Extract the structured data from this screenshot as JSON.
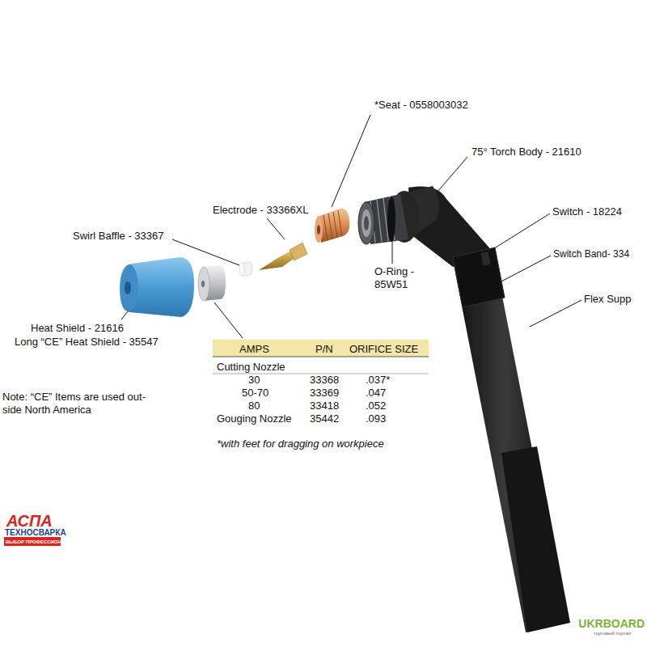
{
  "diagram": {
    "labels": [
      "*Seat - 0558003032",
      "75° Torch Body - 21610",
      "Electrode - 33366XL",
      "Switch - 18224",
      "Switch Band- 334",
      "Flex Supp",
      "Swirl Baffle - 33367",
      "O-Ring - 85W51",
      "Heat Shield - 21616",
      "Long “CE” Heat Shield - 35547",
      "Note: “CE” Items are used out- side North America",
      "AMPS",
      "P/N",
      "ORIFICE SIZE",
      "Cutting Nozzle",
      "30",
      "33368",
      ".037*",
      "50-70",
      "33369",
      ".047",
      "80",
      "33418",
      ".052",
      "Gouging Nozzle",
      "35442",
      ".093",
      "*with feet for dragging on workpiece",
      "АСПА",
      "ТЕХНОСВАРКА",
      "ВЫБОР ПРОФЕССИОНАЛОВ",
      "UKRBOARD",
      "торговый портал"
    ]
  }
}
